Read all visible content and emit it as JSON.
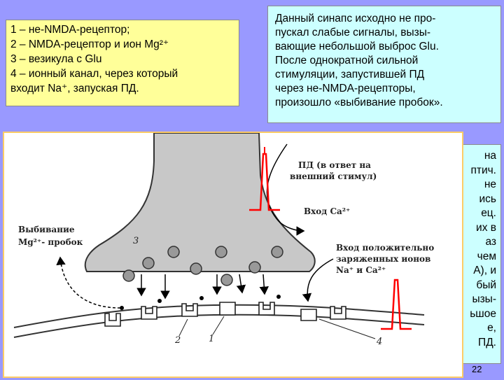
{
  "legend": {
    "lines": [
      "1 – не-NMDA-рецептор;",
      "2 – NMDA-рецептор и ион Mg²⁺",
      "3 – везикула с Glu",
      "4 – ионный канал, через который",
      "входит Na⁺, запуская ПД."
    ]
  },
  "description": {
    "lines": [
      "Данный синапс исходно не про-",
      "пускал слабые сигналы, вызы-",
      "вающие небольшой выброс Glu.",
      "После однократной сильной",
      "стимуляции, запустившей ПД",
      "через не-NMDA-рецепторы,",
      "произошло «выбивание пробок»."
    ]
  },
  "hidden_text": {
    "lines": [
      "на",
      "птич.",
      "не",
      "ись",
      "ец.",
      "их в",
      "аз",
      "чем",
      "А), и",
      "бый",
      "ызы-",
      "ьшое",
      "е,",
      "ПД."
    ]
  },
  "figure": {
    "label_pd_line1": "ПД (в ответ на",
    "label_pd_line2": "внешний стимул)",
    "label_ca": "Вход Ca²⁺",
    "label_knock_line1": "Выбивание",
    "label_knock_line2": "Mg²⁺- пробок",
    "label_ions_line1": "Вход положительно",
    "label_ions_line2": "заряженных ионов",
    "label_ions_line3": "Na⁺ и Ca²⁺",
    "num_1": "1",
    "num_2": "2",
    "num_3": "3",
    "num_4": "4"
  },
  "page_number": "22",
  "colors": {
    "background": "#9999ff",
    "legend_bg": "#ffff99",
    "description_bg": "#ccffff",
    "figure_border": "#ffcc66",
    "terminal_fill": "#c8c8c8",
    "spike": "#ff0000"
  }
}
